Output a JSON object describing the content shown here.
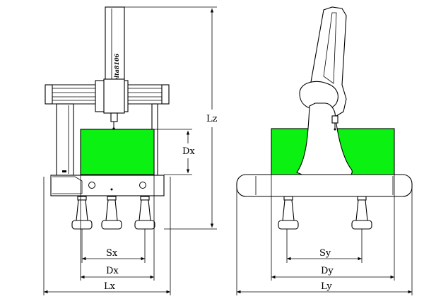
{
  "front_view": {
    "model_label": "Delta8106",
    "dims": {
      "sx": "Sx",
      "dx_bottom": "Dx",
      "lx": "Lx",
      "dx_side": "Dx",
      "lz": "Lz"
    }
  },
  "side_view": {
    "dims": {
      "sy": "Sy",
      "dy": "Dy",
      "ly": "Ly"
    }
  },
  "colors": {
    "workpiece": "#0bf212",
    "line": "#000000",
    "background": "#ffffff"
  }
}
